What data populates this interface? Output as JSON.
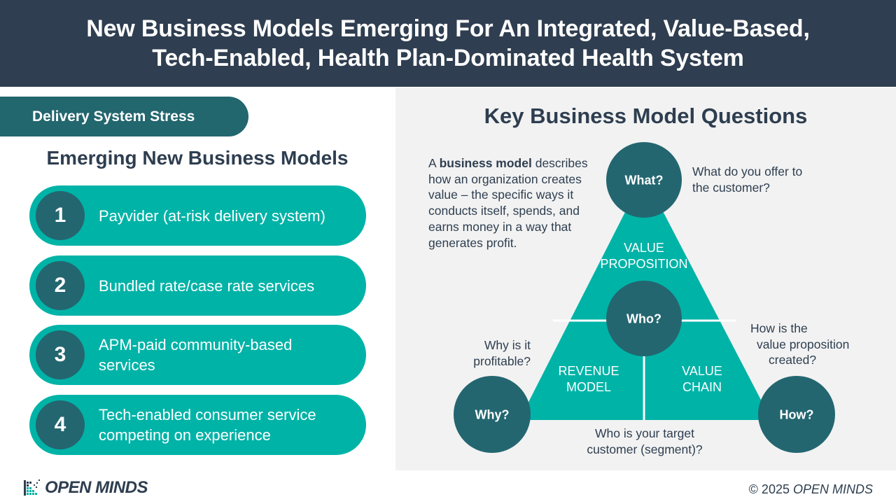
{
  "header": {
    "title_line1": "New Business Models Emerging For An Integrated, Value-Based,",
    "title_line2": "Tech-Enabled, Health Plan-Dominated Health System"
  },
  "left": {
    "tab_label": "Delivery System Stress",
    "heading": "Emerging New Business Models",
    "models": [
      {
        "number": "1",
        "label": "Payvider (at-risk delivery system)"
      },
      {
        "number": "2",
        "label": "Bundled rate/case rate services"
      },
      {
        "number": "3",
        "label": "APM-paid community-based services"
      },
      {
        "number": "4",
        "label": "Tech-enabled consumer service competing on experience"
      }
    ]
  },
  "right": {
    "title": "Key Business Model Questions",
    "definition": {
      "prefix": "A ",
      "term": "business model",
      "body": " describes how an organization creates value – the specific ways it conducts itself, spends, and earns money in a way that generates profit."
    },
    "diagram": {
      "segments": {
        "top": {
          "line1": "VALUE",
          "line2": "PROPOSITION"
        },
        "left": {
          "line1": "REVENUE",
          "line2": "MODEL"
        },
        "right": {
          "line1": "VALUE",
          "line2": "CHAIN"
        }
      },
      "nodes": {
        "what": "What?",
        "who": "Who?",
        "why": "Why?",
        "how": "How?"
      },
      "questions": {
        "what": {
          "line1": "What do you offer to",
          "line2": "the customer?"
        },
        "why": {
          "line1": "Why is it",
          "line2": "profitable?"
        },
        "how": {
          "line1": "How is the",
          "line2": "value proposition",
          "line3": "created?"
        },
        "who": {
          "line1": "Who is your target",
          "line2": "customer (segment)?"
        }
      },
      "colors": {
        "triangle": "#00b3a7",
        "node": "#236670",
        "divider": "#ffffff"
      }
    }
  },
  "footer": {
    "logo_text": "OPEN MINDS",
    "copyright_prefix": "© 2025 ",
    "copyright_name": "OPEN MINDS"
  }
}
